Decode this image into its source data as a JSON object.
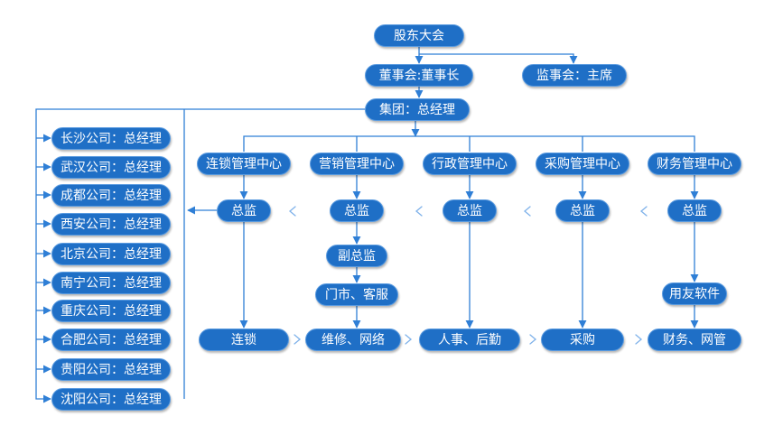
{
  "colors": {
    "node_fill": "#1f6fc6",
    "connector": "#2f7fd6",
    "hint_arrow": "#7fb2ea"
  },
  "top": {
    "shareholders": "股东大会",
    "board": "董事会:董事长",
    "supervisors": "监事会：主席",
    "group": "集团：总经理"
  },
  "branches": [
    "长沙公司：总经理",
    "武汉公司：总经理",
    "成都公司：总经理",
    "西安公司：总经理",
    "北京公司：总经理",
    "南宁公司：总经理",
    "重庆公司：总经理",
    "合肥公司：总经理",
    "贵阳公司：总经理",
    "沈阳公司：总经理"
  ],
  "centers": [
    "连锁管理中心",
    "营销管理中心",
    "行政管理中心",
    "采购管理中心",
    "财务管理中心"
  ],
  "directors": [
    "总监",
    "总监",
    "总监",
    "总监",
    "总监"
  ],
  "marketing_sub": [
    "副总监",
    "门市、客服"
  ],
  "finance_sub": "用友软件",
  "bottom": [
    "连锁",
    "维修、网络",
    "人事、后勤",
    "采购",
    "财务、网管"
  ]
}
